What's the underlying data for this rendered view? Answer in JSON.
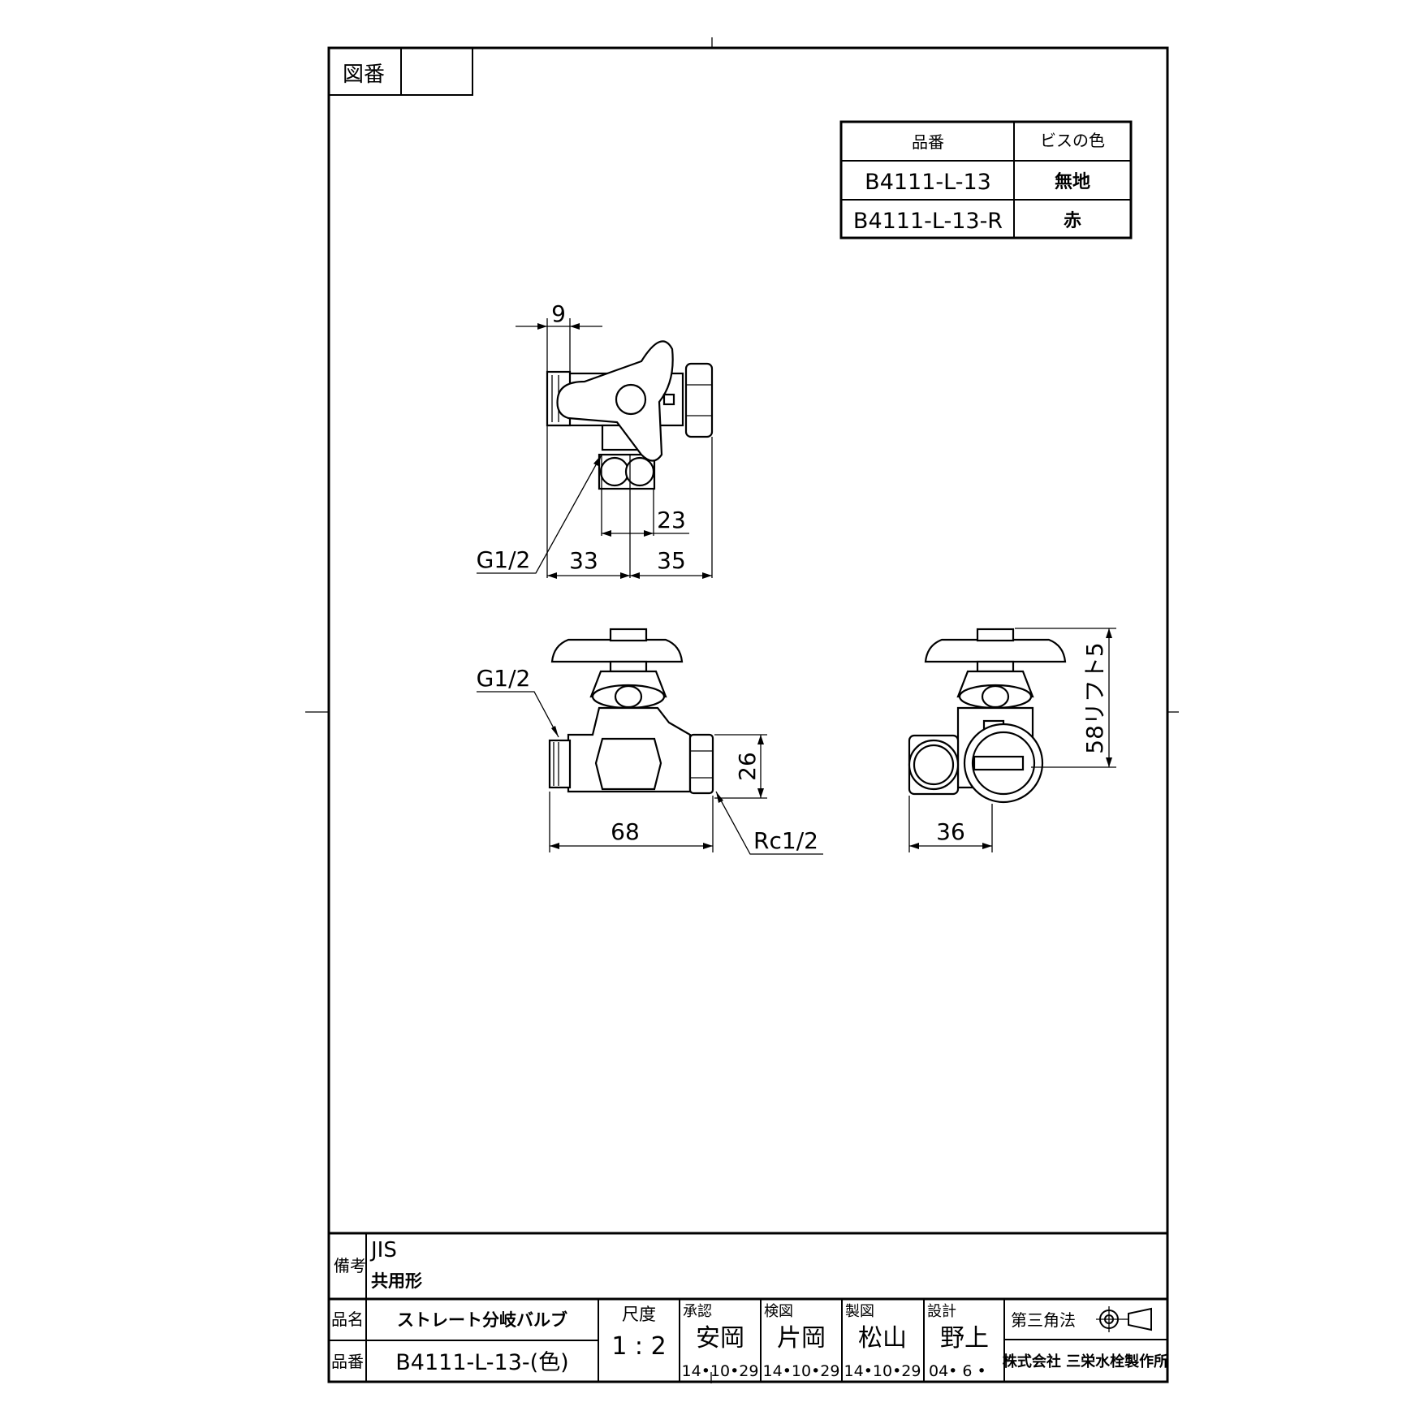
{
  "drawing_number": {
    "label": "図番",
    "value": ""
  },
  "variant_table": {
    "headers": [
      "品番",
      "ビスの色"
    ],
    "rows": [
      {
        "part_no": "B4111-L-13",
        "screw_color": "無地"
      },
      {
        "part_no": "B4111-L-13-R",
        "screw_color": "赤"
      }
    ]
  },
  "top_view": {
    "dims": {
      "width_9": "9",
      "d23": "23",
      "d33": "33",
      "d35": "35"
    },
    "thread_label": "G1/2"
  },
  "front_view": {
    "dims": {
      "d68": "68",
      "d26": "26"
    },
    "inlet_thread": "G1/2",
    "outlet_thread": "Rc1/2"
  },
  "side_view": {
    "dims": {
      "d36": "36",
      "height": "58リフト5"
    }
  },
  "remarks": {
    "label": "備考",
    "line1": "JIS",
    "line2": "共用形"
  },
  "title_block": {
    "name_label": "品名",
    "name_value": "ストレート分岐バルブ",
    "number_label": "品番",
    "number_value": "B4111-L-13-(色)",
    "scale_label": "尺度",
    "scale_value": "1 : 2",
    "approvals": [
      {
        "role": "承認",
        "name": "安岡",
        "date": "14•10•29"
      },
      {
        "role": "検図",
        "name": "片岡",
        "date": "14•10•29"
      },
      {
        "role": "製図",
        "name": "松山",
        "date": "14•10•29"
      },
      {
        "role": "設計",
        "name": "野上",
        "date": "04• 6 •"
      }
    ],
    "projection": "第三角法",
    "company": "株式会社 三栄水栓製作所"
  }
}
